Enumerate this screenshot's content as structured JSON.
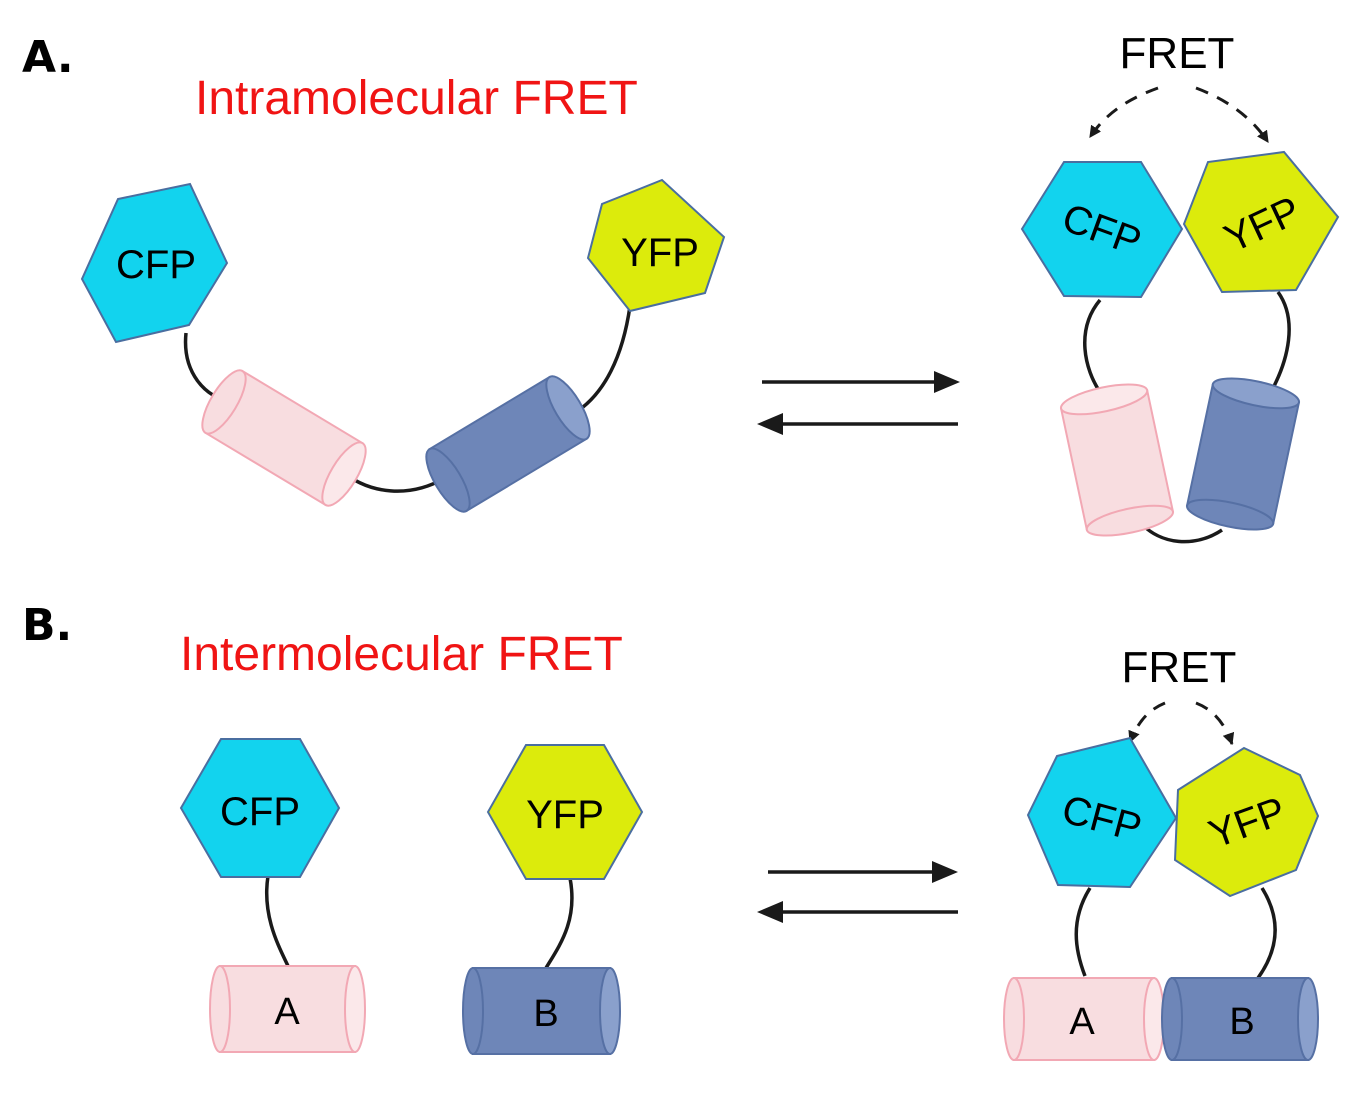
{
  "panels": [
    {
      "label": "A.",
      "title": "Intramolecular FRET",
      "donor": "CFP",
      "acceptor": "YFP",
      "interaction": "FRET"
    },
    {
      "label": "B.",
      "title": "Intermolecular FRET",
      "donor": "CFP",
      "acceptor": "YFP",
      "interaction": "FRET",
      "domain_a": "A",
      "domain_b": "B"
    }
  ],
  "colors": {
    "cfp": "#12d3ee",
    "yfp": "#dceb0c",
    "title": "#f01414",
    "domain_a": "#f8dde0",
    "domain_b": "#6e86b8",
    "stroke": "#1a1a1a"
  }
}
